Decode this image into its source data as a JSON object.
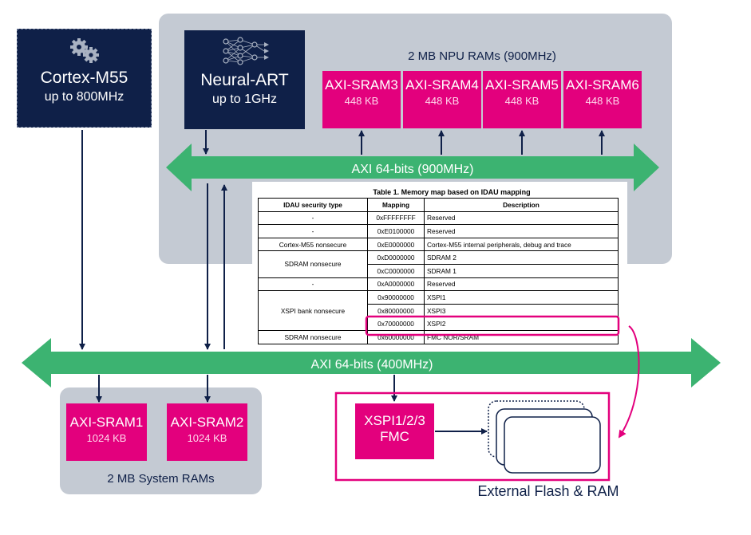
{
  "cpus": {
    "cortex": {
      "name": "Cortex-M55",
      "freq": "up to 800MHz"
    },
    "npu": {
      "name": "Neural-ART",
      "freq": "up to 1GHz"
    }
  },
  "npu_rams": {
    "title": "2 MB NPU RAMs (900MHz)",
    "items": [
      {
        "name": "AXI-SRAM3",
        "size": "448 KB"
      },
      {
        "name": "AXI-SRAM4",
        "size": "448 KB"
      },
      {
        "name": "AXI-SRAM5",
        "size": "448 KB"
      },
      {
        "name": "AXI-SRAM6",
        "size": "448 KB"
      }
    ]
  },
  "buses": {
    "npu_bus": "AXI 64-bits (900MHz)",
    "system_bus": "AXI 64-bits (400MHz)"
  },
  "system_rams": {
    "title": "2 MB System RAMs",
    "items": [
      {
        "name": "AXI-SRAM1",
        "size": "1024 KB"
      },
      {
        "name": "AXI-SRAM2",
        "size": "1024 KB"
      }
    ]
  },
  "external": {
    "controller_line1": "XSPI1/2/3",
    "controller_line2": "FMC",
    "caption": "External Flash & RAM"
  },
  "memory_table": {
    "caption": "Table 1. Memory map based on IDAU mapping",
    "headers": [
      "IDAU security type",
      "Mapping",
      "Description"
    ],
    "rows": [
      [
        "-",
        "0xFFFFFFFF",
        "Reserved"
      ],
      [
        "-",
        "0xE0100000",
        "Reserved"
      ],
      [
        "Cortex-M55 nonsecure",
        "0xE0000000",
        "Cortex-M55 internal peripherals, debug and trace"
      ],
      [
        "SDRAM nonsecure",
        "0xD0000000",
        "SDRAM 2"
      ],
      [
        "",
        "0xC0000000",
        "SDRAM 1"
      ],
      [
        "-",
        "0xA0000000",
        "Reserved"
      ],
      [
        "XSPI bank nonsecure",
        "0x90000000",
        "XSPI1"
      ],
      [
        "",
        "0x80000000",
        "XSPI3"
      ],
      [
        "",
        "0x70000000",
        "XSPI2"
      ],
      [
        "SDRAM nonsecure",
        "0x60000000",
        "FMC NOR/SRAM"
      ]
    ]
  },
  "colors": {
    "navy": "#0f2048",
    "magenta": "#e3007d",
    "bus_green": "#3cb371",
    "panel_gray": "#c4cad3"
  }
}
